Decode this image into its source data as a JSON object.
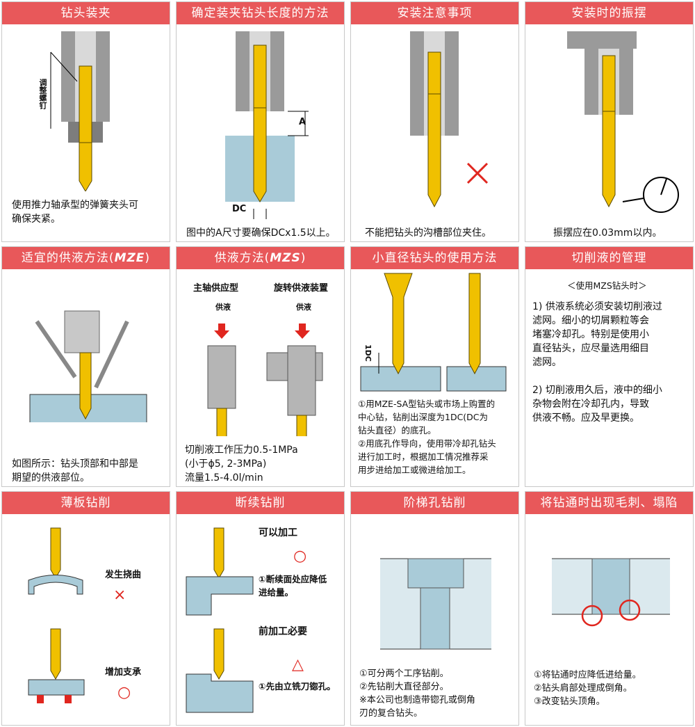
{
  "panels": [
    {
      "title": "钻头装夹",
      "caption": "使用推力轴承型的弹簧夹头可\n确保夹紧。",
      "labels": {
        "screw": "调整螺钉"
      }
    },
    {
      "title": "确定装夹钻头长度的方法",
      "caption": "图中的A尺寸要确保DCx1.5以上。",
      "labels": {
        "a": "A",
        "dc": "DC"
      }
    },
    {
      "title": "安装注意事项",
      "caption": "不能把钻头的沟槽部位夹住。"
    },
    {
      "title": "安装时的振摆",
      "caption": "振摆应在0.03mm以内。"
    },
    {
      "title_main": "适宜的供液方法(",
      "title_em": "MZE",
      "title_end": ")",
      "caption": "如图所示：钻头顶部和中部是\n期望的供液部位。"
    },
    {
      "title_main": "供液方法(",
      "title_em": "MZS",
      "title_end": ")",
      "caption": "切削液工作压力0.5-1MPa\n(小于ϕ5, 2-3MPa)\n流量1.5-4.0l/min",
      "labels": {
        "spindle": "主轴供应型",
        "rotary": "旋转供液装置",
        "supply1": "供液",
        "supply2": "供液"
      }
    },
    {
      "title": "小直径钻头的使用方法",
      "caption": "①用MZE-SA型钻头或市场上购置的\n   中心钻，钻削出深度为1DC(DC为\n   钻头直径）的底孔。\n②用底孔作导向，使用带冷却孔钻头\n   进行加工时，根据加工情况推荐采\n   用步进给加工或微进给加工。",
      "labels": {
        "dc": "1DC"
      }
    },
    {
      "title": "切削液的管理",
      "subtitle": "＜使用MZS钻头时＞",
      "items": [
        "1) 供液系统必须安装切削液过\n    滤网。细小的切屑颗粒等会\n    堵塞冷却孔。特别是使用小\n    直径钻头，应尽量选用细目\n    滤网。",
        "2) 切削液用久后，液中的细小\n    杂物会附在冷却孔内，导致\n    供液不畅。应及早更换。"
      ]
    },
    {
      "title": "薄板钻削",
      "labels": {
        "deflect": "发生挠曲",
        "support": "增加支承",
        "ng": "×",
        "ok": "○"
      }
    },
    {
      "title": "断续钻削",
      "labels": {
        "can": "可以加工",
        "ok": "○",
        "note1": "①断续面处应降低\n   进给量。",
        "pre": "前加工必要",
        "tri": "△",
        "note2": "①先由立铣刀锪孔。"
      }
    },
    {
      "title": "阶梯孔钻削",
      "caption": "①可分两个工序钻削。\n②先钻削大直径部分。\n※本公司也制造带锪孔或倒角\n   刃的复合钻头。"
    },
    {
      "title": "将钻通时出现毛刺、塌陷",
      "caption": "①将钻通时应降低进给量。\n②钻头肩部处理成倒角。\n③改变钻头顶角。"
    }
  ],
  "colors": {
    "header": "#e8585a",
    "drill": "#f0c000",
    "block": "#a9cbd8",
    "holder": "#8c8c8c",
    "red": "#e0261f"
  }
}
